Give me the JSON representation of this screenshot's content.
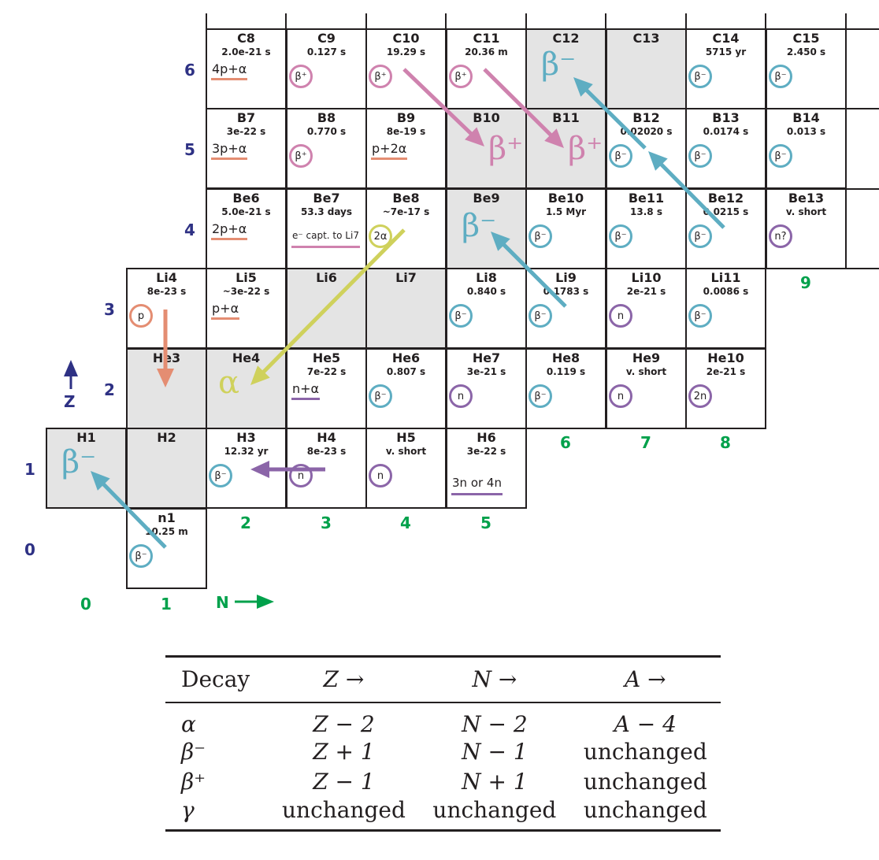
{
  "colors": {
    "beta_minus": "#5eadc2",
    "beta_plus": "#cf82ae",
    "alpha": "#cfd15c",
    "proton": "#e48d72",
    "neutron": "#8b65a8",
    "z_axis": "#2e3184",
    "n_axis": "#00a14b",
    "grid": "#231f20",
    "stable_fill": "#e4e4e4"
  },
  "axes": {
    "z_label": "Z",
    "n_label": "N",
    "z_ticks": [
      "0",
      "1",
      "2",
      "3",
      "4",
      "5",
      "6"
    ],
    "n_ticks": [
      "0",
      "1",
      "2",
      "3",
      "4",
      "5",
      "6",
      "7",
      "8",
      "9"
    ]
  },
  "nuclides": [
    {
      "id": "n1",
      "name": "n1",
      "half_life": "10.25 m",
      "stable": false,
      "badge": "β⁻",
      "badge_color": "beta_minus"
    },
    {
      "id": "H1",
      "name": "H1",
      "half_life": "",
      "stable": true,
      "big": "β⁻",
      "big_color": "beta_minus"
    },
    {
      "id": "H2",
      "name": "H2",
      "half_life": "",
      "stable": true
    },
    {
      "id": "H3",
      "name": "H3",
      "half_life": "12.32 yr",
      "stable": false,
      "badge": "β⁻",
      "badge_color": "beta_minus"
    },
    {
      "id": "H4",
      "name": "H4",
      "half_life": "8e-23 s",
      "stable": false,
      "badge": "n",
      "badge_color": "neutron"
    },
    {
      "id": "H5",
      "name": "H5",
      "half_life": "v. short",
      "stable": false,
      "badge": "n",
      "badge_color": "neutron"
    },
    {
      "id": "H6",
      "name": "H6",
      "half_life": "3e-22 s",
      "stable": false,
      "mode_label": "3n or 4n",
      "mode_color": "neutron"
    },
    {
      "id": "He3",
      "name": "He3",
      "half_life": "",
      "stable": true
    },
    {
      "id": "He4",
      "name": "He4",
      "half_life": "",
      "stable": true,
      "big": "α",
      "big_color": "alpha"
    },
    {
      "id": "He5",
      "name": "He5",
      "half_life": "7e-22 s",
      "stable": false,
      "mode_label": "n+α",
      "mode_color": "neutron"
    },
    {
      "id": "He6",
      "name": "He6",
      "half_life": "0.807 s",
      "stable": false,
      "badge": "β⁻",
      "badge_color": "beta_minus"
    },
    {
      "id": "He7",
      "name": "He7",
      "half_life": "3e-21 s",
      "stable": false,
      "badge": "n",
      "badge_color": "neutron"
    },
    {
      "id": "He8",
      "name": "He8",
      "half_life": "0.119 s",
      "stable": false,
      "badge": "β⁻",
      "badge_color": "beta_minus"
    },
    {
      "id": "He9",
      "name": "He9",
      "half_life": "v. short",
      "stable": false,
      "badge": "n",
      "badge_color": "neutron"
    },
    {
      "id": "He10",
      "name": "He10",
      "half_life": "2e-21 s",
      "stable": false,
      "badge": "2n",
      "badge_color": "neutron"
    },
    {
      "id": "Li4",
      "name": "Li4",
      "half_life": "8e-23 s",
      "stable": false,
      "badge": "p",
      "badge_color": "proton"
    },
    {
      "id": "Li5",
      "name": "Li5",
      "half_life": "~3e-22 s",
      "stable": false,
      "mode_label": "p+α",
      "mode_color": "proton"
    },
    {
      "id": "Li6",
      "name": "Li6",
      "half_life": "",
      "stable": true
    },
    {
      "id": "Li7",
      "name": "Li7",
      "half_life": "",
      "stable": true
    },
    {
      "id": "Li8",
      "name": "Li8",
      "half_life": "0.840 s",
      "stable": false,
      "badge": "β⁻",
      "badge_color": "beta_minus"
    },
    {
      "id": "Li9",
      "name": "Li9",
      "half_life": "0.1783 s",
      "stable": false,
      "badge": "β⁻",
      "badge_color": "beta_minus"
    },
    {
      "id": "Li10",
      "name": "Li10",
      "half_life": "2e-21 s",
      "stable": false,
      "badge": "n",
      "badge_color": "neutron"
    },
    {
      "id": "Li11",
      "name": "Li11",
      "half_life": "0.0086 s",
      "stable": false,
      "badge": "β⁻",
      "badge_color": "beta_minus"
    },
    {
      "id": "Be6",
      "name": "Be6",
      "half_life": "5.0e-21 s",
      "stable": false,
      "mode_label": "2p+α",
      "mode_color": "proton"
    },
    {
      "id": "Be7",
      "name": "Be7",
      "half_life": "53.3 days",
      "stable": false,
      "mode_label": "e⁻ capt. to Li7",
      "mode_color": "beta_plus",
      "mode_small": true
    },
    {
      "id": "Be8",
      "name": "Be8",
      "half_life": "~7e-17 s",
      "stable": false,
      "badge": "2α",
      "badge_color": "alpha"
    },
    {
      "id": "Be9",
      "name": "Be9",
      "half_life": "",
      "stable": true,
      "big": "β⁻",
      "big_color": "beta_minus"
    },
    {
      "id": "Be10",
      "name": "Be10",
      "half_life": "1.5 Myr",
      "stable": false,
      "badge": "β⁻",
      "badge_color": "beta_minus"
    },
    {
      "id": "Be11",
      "name": "Be11",
      "half_life": "13.8 s",
      "stable": false,
      "badge": "β⁻",
      "badge_color": "beta_minus"
    },
    {
      "id": "Be12",
      "name": "Be12",
      "half_life": "0.0215 s",
      "stable": false,
      "badge": "β⁻",
      "badge_color": "beta_minus"
    },
    {
      "id": "Be13",
      "name": "Be13",
      "half_life": "v. short",
      "stable": false,
      "badge": "n?",
      "badge_color": "neutron"
    },
    {
      "id": "B7",
      "name": "B7",
      "half_life": "3e-22 s",
      "stable": false,
      "mode_label": "3p+α",
      "mode_color": "proton"
    },
    {
      "id": "B8",
      "name": "B8",
      "half_life": "0.770 s",
      "stable": false,
      "badge": "β⁺",
      "badge_color": "beta_plus"
    },
    {
      "id": "B9",
      "name": "B9",
      "half_life": "8e-19 s",
      "stable": false,
      "mode_label": "p+2α",
      "mode_color": "proton"
    },
    {
      "id": "B10",
      "name": "B10",
      "half_life": "",
      "stable": true,
      "big": "β⁺",
      "big_color": "beta_plus"
    },
    {
      "id": "B11",
      "name": "B11",
      "half_life": "",
      "stable": true,
      "big": "β⁺",
      "big_color": "beta_plus"
    },
    {
      "id": "B12",
      "name": "B12",
      "half_life": "0.02020 s",
      "stable": false,
      "badge": "β⁻",
      "badge_color": "beta_minus"
    },
    {
      "id": "B13",
      "name": "B13",
      "half_life": "0.0174 s",
      "stable": false,
      "badge": "β⁻",
      "badge_color": "beta_minus"
    },
    {
      "id": "B14",
      "name": "B14",
      "half_life": "0.013 s",
      "stable": false,
      "badge": "β⁻",
      "badge_color": "beta_minus"
    },
    {
      "id": "C8",
      "name": "C8",
      "half_life": "2.0e-21 s",
      "stable": false,
      "mode_label": "4p+α",
      "mode_color": "proton"
    },
    {
      "id": "C9",
      "name": "C9",
      "half_life": "0.127 s",
      "stable": false,
      "badge": "β⁺",
      "badge_color": "beta_plus"
    },
    {
      "id": "C10",
      "name": "C10",
      "half_life": "19.29 s",
      "stable": false,
      "badge": "β⁺",
      "badge_color": "beta_plus"
    },
    {
      "id": "C11",
      "name": "C11",
      "half_life": "20.36 m",
      "stable": false,
      "badge": "β⁺",
      "badge_color": "beta_plus"
    },
    {
      "id": "C12",
      "name": "C12",
      "half_life": "",
      "stable": true,
      "big": "β⁻",
      "big_color": "beta_minus"
    },
    {
      "id": "C13",
      "name": "C13",
      "half_life": "",
      "stable": true
    },
    {
      "id": "C14",
      "name": "C14",
      "half_life": "5715 yr",
      "stable": false,
      "badge": "β⁻",
      "badge_color": "beta_minus"
    },
    {
      "id": "C15",
      "name": "C15",
      "half_life": "2.450 s",
      "stable": false,
      "badge": "β⁻",
      "badge_color": "beta_minus"
    }
  ],
  "decay_arrows": [
    {
      "id": "n1-to-H1",
      "color": "beta_minus"
    },
    {
      "id": "H4-to-H3",
      "color": "neutron"
    },
    {
      "id": "Li4-to-He3",
      "color": "proton"
    },
    {
      "id": "Be8-to-He4",
      "color": "alpha"
    },
    {
      "id": "Li9-to-Be9",
      "color": "beta_minus"
    },
    {
      "id": "Be12-to-B12",
      "color": "beta_minus"
    },
    {
      "id": "B12-to-C12",
      "color": "beta_minus"
    },
    {
      "id": "C10-to-B10",
      "color": "beta_plus"
    },
    {
      "id": "C11-to-B11",
      "color": "beta_plus"
    }
  ],
  "decay_table": {
    "headers": [
      "Decay",
      "Z →",
      "N →",
      "A →"
    ],
    "rows": [
      [
        "α",
        "Z − 2",
        "N − 2",
        "A − 4"
      ],
      [
        "β⁻",
        "Z + 1",
        "N − 1",
        "unchanged"
      ],
      [
        "β⁺",
        "Z − 1",
        "N + 1",
        "unchanged"
      ],
      [
        "γ",
        "unchanged",
        "unchanged",
        "unchanged"
      ]
    ]
  }
}
